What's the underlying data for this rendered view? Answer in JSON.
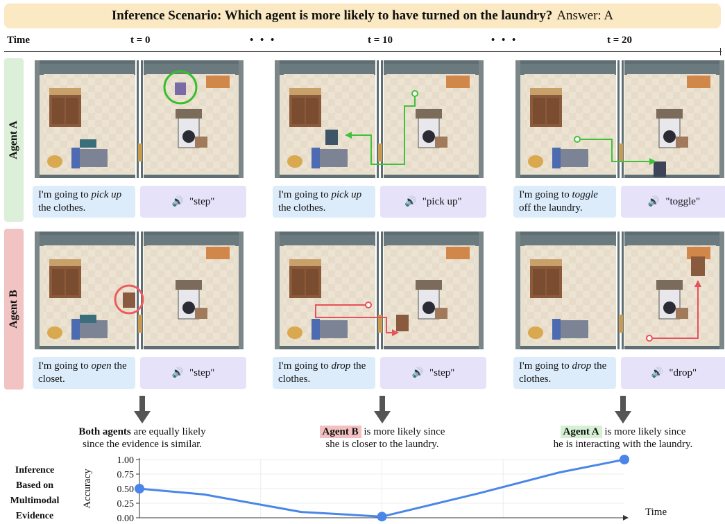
{
  "header": {
    "title_bold": "Inference Scenario: Which agent is more likely to have turned on the laundry?",
    "title_answer": "Answer: A"
  },
  "timeline": {
    "label": "Time",
    "steps": [
      "t = 0",
      "t = 10",
      "t = 20"
    ],
    "ellipsis": "• • •"
  },
  "agents": [
    {
      "label": "Agent A",
      "color": "#dcefd9",
      "frames": [
        {
          "speech_pre": "I'm going to ",
          "speech_em": "pick up",
          "speech_post": " the clothes.",
          "sound": "\"step\""
        },
        {
          "speech_pre": "I'm going to ",
          "speech_em": "pick up",
          "speech_post": " the clothes.",
          "sound": "\"pick up\""
        },
        {
          "speech_pre": "I'm going to ",
          "speech_em": "toggle",
          "speech_post": " off the laundry.",
          "sound": "\"toggle\""
        }
      ]
    },
    {
      "label": "Agent B",
      "color": "#f2c3c3",
      "frames": [
        {
          "speech_pre": "I'm going to ",
          "speech_em": "open",
          "speech_post": " the closet.",
          "sound": "\"step\""
        },
        {
          "speech_pre": "I'm going to ",
          "speech_em": "drop",
          "speech_post": " the clothes.",
          "sound": "\"step\""
        },
        {
          "speech_pre": "I'm going to ",
          "speech_em": "drop",
          "speech_post": " the clothes.",
          "sound": "\"drop\""
        }
      ]
    }
  ],
  "conclusions": [
    {
      "highlight": "Both agents",
      "rest": " are equally likely",
      "line2": "since the evidence is similar."
    },
    {
      "highlight": "Agent B",
      "rest": " is more likely since",
      "line2": "she is closer to the laundry."
    },
    {
      "highlight": "Agent A",
      "rest": " is more likely since",
      "line2": "he is interacting with the laundry."
    }
  ],
  "inference_label": [
    "Inference",
    "Based on",
    "Multimodal",
    "Evidence"
  ],
  "colors": {
    "path_green": "#3fc23a",
    "path_red": "#e8505a",
    "line_blue": "#4a86e8",
    "circle_green": "#34c02c",
    "circle_red": "#ef5b5b"
  },
  "chart_data": {
    "type": "line",
    "ylabel": "Accuracy",
    "xlabel": "Time",
    "ylim": [
      0,
      1
    ],
    "yticks": [
      "0.00",
      "0.25",
      "0.50",
      "0.75",
      "1.00"
    ],
    "x": [
      0,
      4,
      10,
      15,
      21,
      26,
      30
    ],
    "y": [
      0.5,
      0.4,
      0.1,
      0.02,
      0.42,
      0.78,
      1.0
    ],
    "markers_at": [
      0,
      3,
      6
    ],
    "grid": true
  }
}
